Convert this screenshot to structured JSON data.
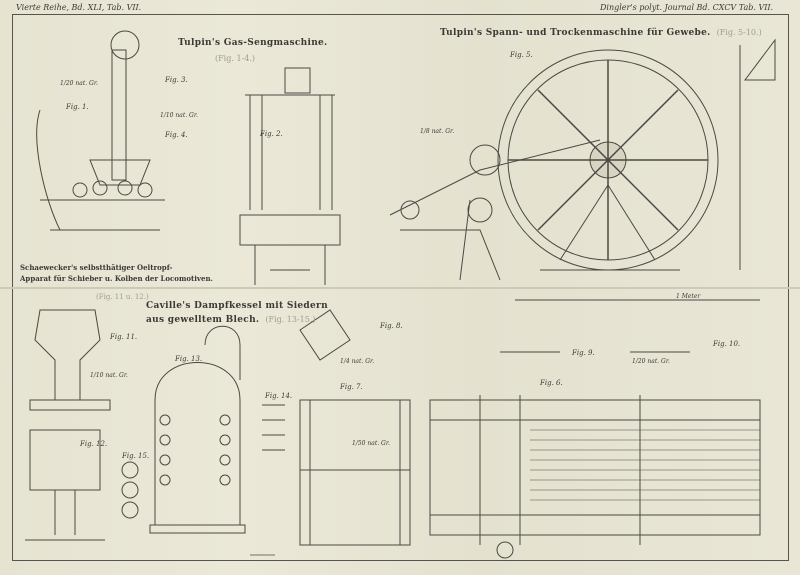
{
  "header": {
    "left": "Vierte Reihe, Bd. XLI, Tab. VII.",
    "right": "Dingler's polyt. Journal Bd. CXCV Tab. VII."
  },
  "titles": {
    "gas_seng": "Tulpin's Gas-Sengmaschine.",
    "gas_seng_ref": "(Fig. 1-4.)",
    "spann": "Tulpin's Spann- und Trockenmaschine für Gewebe.",
    "spann_ref": "(Fig. 5-10.)",
    "schaewecker_1": "Schaewecker's selbstthätiger Oeltropf-",
    "schaewecker_2": "Apparat für Schieber u. Kolben der Locomotiven.",
    "schaewecker_ref": "(Fig. 11 u. 12.)",
    "caville_1": "Caville's Dampfkessel mit Siedern",
    "caville_2": "aus gewelltem Blech.",
    "caville_ref": "(Fig. 13-15.)"
  },
  "figures": [
    "Fig. 1.",
    "Fig. 2.",
    "Fig. 3.",
    "Fig. 4.",
    "Fig. 5.",
    "Fig. 6.",
    "Fig. 7.",
    "Fig. 8.",
    "Fig. 9.",
    "Fig. 10.",
    "Fig. 11.",
    "Fig. 12.",
    "Fig. 13.",
    "Fig. 14.",
    "Fig. 15."
  ],
  "scales": [
    "1/20 nat. Gr.",
    "1/10 nat. Gr.",
    "1/8 nat. Gr.",
    "1/50 nat. Gr.",
    "1/10 nat. Gr.",
    "1/4 nat. Gr.",
    "1/20 nat. Gr."
  ],
  "scale_bar_label": "1 Meter"
}
